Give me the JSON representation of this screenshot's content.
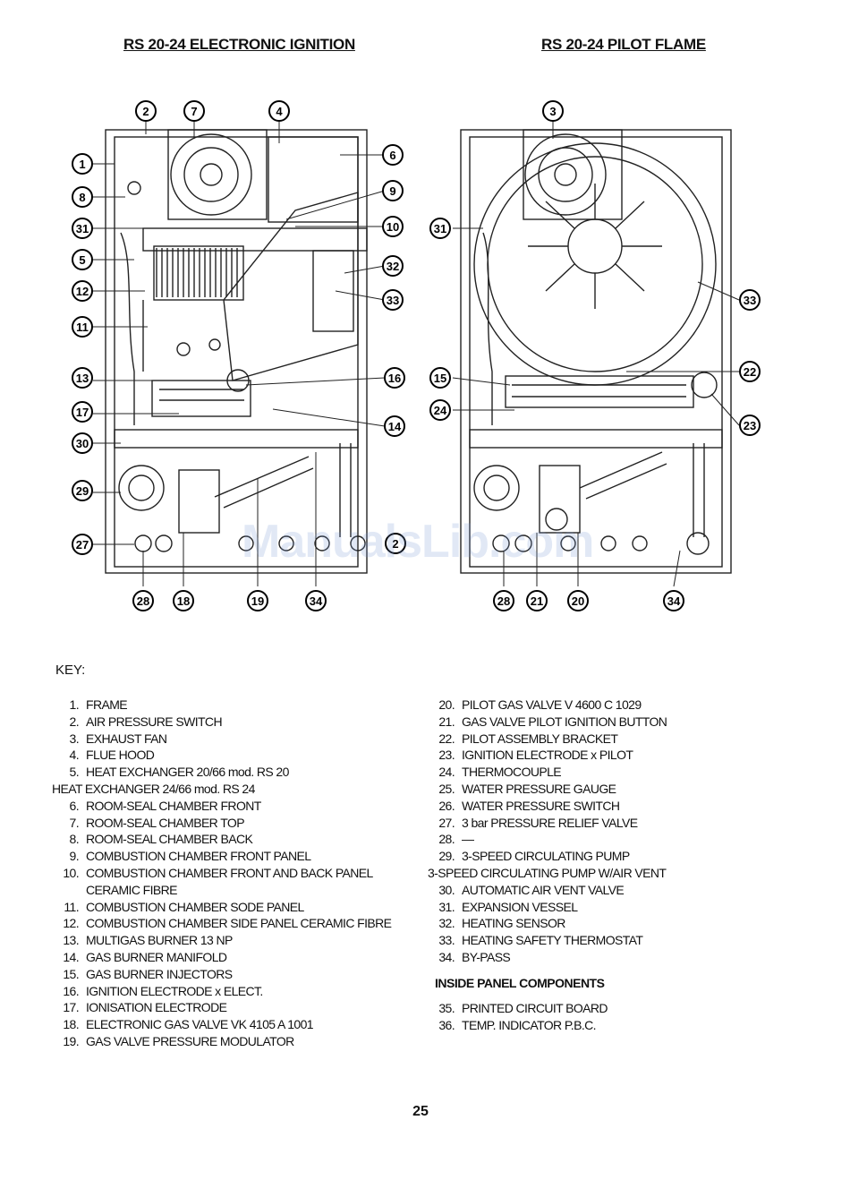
{
  "headings": {
    "left": "RS 20-24 ELECTRONIC IGNITION",
    "right": "RS 20-24 PILOT FLAME"
  },
  "callouts_left": [
    "1",
    "2",
    "7",
    "4",
    "6",
    "8",
    "9",
    "31",
    "10",
    "5",
    "32",
    "12",
    "33",
    "11",
    "13",
    "16",
    "17",
    "14",
    "30",
    "29",
    "27",
    "28",
    "18",
    "19",
    "34",
    "2"
  ],
  "callouts_right": [
    "3",
    "31",
    "33",
    "15",
    "22",
    "24",
    "23",
    "28",
    "21",
    "20",
    "34"
  ],
  "watermark": "ManualsLib.com",
  "key_title": "KEY:",
  "key_left": [
    {
      "num": "1.",
      "text": "FRAME"
    },
    {
      "num": "2.",
      "text": "AIR PRESSURE SWITCH"
    },
    {
      "num": "3.",
      "text": "EXHAUST FAN"
    },
    {
      "num": "4.",
      "text": "FLUE HOOD"
    },
    {
      "num": "5.",
      "text": "HEAT EXCHANGER 20/66 mod. RS 20"
    },
    {
      "num": "",
      "text": "HEAT EXCHANGER 24/66 mod. RS 24"
    },
    {
      "num": "6.",
      "text": "ROOM-SEAL CHAMBER FRONT"
    },
    {
      "num": "7.",
      "text": "ROOM-SEAL CHAMBER TOP"
    },
    {
      "num": "8.",
      "text": "ROOM-SEAL CHAMBER BACK"
    },
    {
      "num": "9.",
      "text": "COMBUSTION CHAMBER FRONT PANEL"
    },
    {
      "num": "10.",
      "text": "COMBUSTION CHAMBER FRONT AND BACK PANEL"
    },
    {
      "num": "",
      "text": "CERAMIC FIBRE"
    },
    {
      "num": "11.",
      "text": "COMBUSTION CHAMBER SODE PANEL"
    },
    {
      "num": "12.",
      "text": "COMBUSTION CHAMBER SIDE PANEL CERAMIC FIBRE"
    },
    {
      "num": "13.",
      "text": "MULTIGAS BURNER 13 NP"
    },
    {
      "num": "14.",
      "text": "GAS BURNER MANIFOLD"
    },
    {
      "num": "15.",
      "text": "GAS BURNER INJECTORS"
    },
    {
      "num": "16.",
      "text": "IGNITION ELECTRODE x ELECT."
    },
    {
      "num": "17.",
      "text": "IONISATION ELECTRODE"
    },
    {
      "num": "18.",
      "text": "ELECTRONIC GAS VALVE  VK 4105 A 1001"
    },
    {
      "num": "19.",
      "text": "GAS VALVE PRESSURE MODULATOR"
    }
  ],
  "key_right": [
    {
      "num": "20.",
      "text": "PILOT GAS VALVE  V 4600 C 1029"
    },
    {
      "num": "21.",
      "text": "GAS VALVE PILOT IGNITION BUTTON"
    },
    {
      "num": "22.",
      "text": "PILOT ASSEMBLY BRACKET"
    },
    {
      "num": "23.",
      "text": "IGNITION ELECTRODE x PILOT"
    },
    {
      "num": "24.",
      "text": "THERMOCOUPLE"
    },
    {
      "num": "25.",
      "text": "WATER PRESSURE GAUGE"
    },
    {
      "num": "26.",
      "text": "WATER PRESSURE SWITCH"
    },
    {
      "num": "27.",
      "text": "3 bar  PRESSURE RELIEF VALVE"
    },
    {
      "num": "28.",
      "text": "—"
    },
    {
      "num": "29.",
      "text": "3-SPEED CIRCULATING PUMP"
    },
    {
      "num": "",
      "text": "3-SPEED CIRCULATING PUMP W/AIR VENT"
    },
    {
      "num": "30.",
      "text": "AUTOMATIC AIR VENT VALVE"
    },
    {
      "num": "31.",
      "text": "EXPANSION VESSEL"
    },
    {
      "num": "32.",
      "text": "HEATING SENSOR"
    },
    {
      "num": "33.",
      "text": "HEATING SAFETY THERMOSTAT"
    },
    {
      "num": "34.",
      "text": "BY-PASS"
    }
  ],
  "inside_title": "INSIDE PANEL COMPONENTS",
  "inside_items": [
    {
      "num": "35.",
      "text": "PRINTED CIRCUIT BOARD"
    },
    {
      "num": "36.",
      "text": "TEMP. INDICATOR P.B.C."
    }
  ],
  "page_number": "25"
}
